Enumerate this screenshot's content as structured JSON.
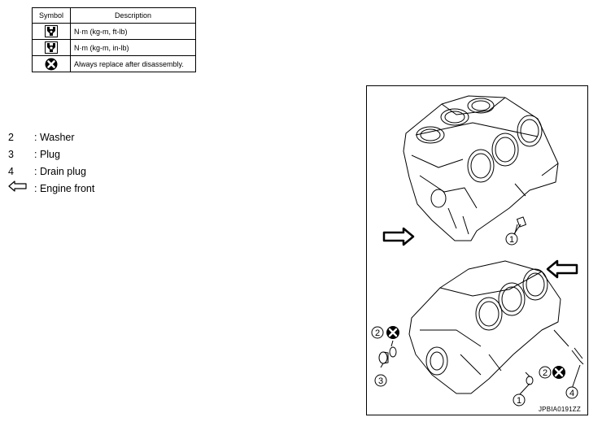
{
  "symbol_table": {
    "headers": [
      "Symbol",
      "Description"
    ],
    "rows": [
      {
        "icon": "torque-wrench-ftlb-icon",
        "description": "N·m (kg-m, ft-lb)"
      },
      {
        "icon": "torque-wrench-inlb-icon",
        "description": "N·m (kg-m, in-lb)"
      },
      {
        "icon": "always-replace-icon",
        "description": "Always replace after disassembly."
      }
    ]
  },
  "legend": [
    {
      "key": "2",
      "label": ": Washer"
    },
    {
      "key": "3",
      "label": ": Plug"
    },
    {
      "key": "4",
      "label": ": Drain plug"
    },
    {
      "key": "arrow-left-outline-icon",
      "label": ": Engine front"
    }
  ],
  "figure": {
    "callouts": [
      "1",
      "2",
      "3",
      "4"
    ],
    "code": "JPBIA0191ZZ"
  }
}
